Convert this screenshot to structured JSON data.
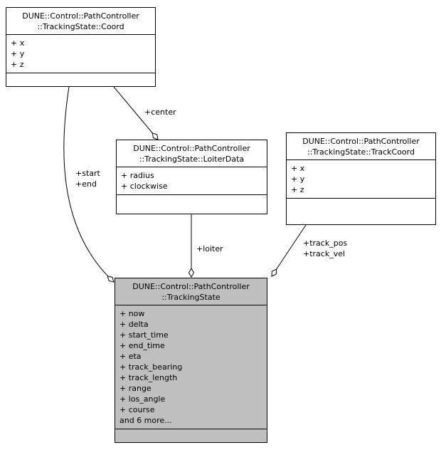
{
  "diagram": {
    "colors": {
      "highlight_fill": "#bfbfbf",
      "box_fill": "#ffffff",
      "border": "#000000"
    },
    "classes": {
      "coord": {
        "title1": "DUNE::Control::PathController",
        "title2": "::TrackingState::Coord",
        "attrs": [
          "+ x",
          "+ y",
          "+ z"
        ]
      },
      "loiter_data": {
        "title1": "DUNE::Control::PathController",
        "title2": "::TrackingState::LoiterData",
        "attrs": [
          "+ radius",
          "+ clockwise"
        ]
      },
      "track_coord": {
        "title1": "DUNE::Control::PathController",
        "title2": "::TrackingState::TrackCoord",
        "attrs": [
          "+ x",
          "+ y",
          "+ z"
        ]
      },
      "tracking_state": {
        "title1": "DUNE::Control::PathController",
        "title2": "::TrackingState",
        "attrs": [
          "+ now",
          "+ delta",
          "+ start_time",
          "+ end_time",
          "+ eta",
          "+ track_bearing",
          "+ track_length",
          "+ range",
          "+ los_angle",
          "+ course",
          "and 6 more..."
        ]
      }
    },
    "edges": {
      "center": {
        "label": "+center"
      },
      "start_end": {
        "line1": "+start",
        "line2": "+end"
      },
      "loiter": {
        "label": "+loiter"
      },
      "track": {
        "line1": "+track_pos",
        "line2": "+track_vel"
      }
    }
  }
}
